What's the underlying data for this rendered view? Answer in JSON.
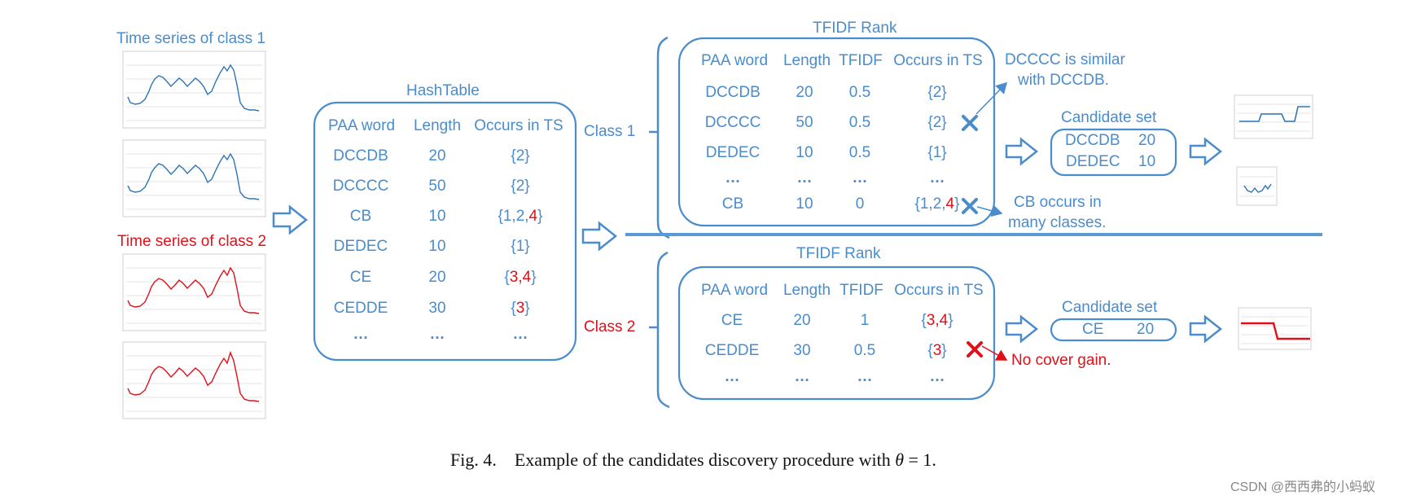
{
  "colors": {
    "blue": "#4a8ccc",
    "red": "#e0101a",
    "accent_rule": "#5b9bd5"
  },
  "left": {
    "class1_title": "Time series of class 1",
    "class2_title": "Time series of class 2"
  },
  "hashtable": {
    "title": "HashTable",
    "headers": [
      "PAA word",
      "Length",
      "Occurs in TS"
    ],
    "rows": [
      {
        "word": "DCCDB",
        "length": "20",
        "occ_pre": "{2}",
        "occ_red": "",
        "occ_post": ""
      },
      {
        "word": "DCCCC",
        "length": "50",
        "occ_pre": "{2}",
        "occ_red": "",
        "occ_post": ""
      },
      {
        "word": "CB",
        "length": "10",
        "occ_pre": "{1,2,",
        "occ_red": "4",
        "occ_post": "}"
      },
      {
        "word": "DEDEC",
        "length": "10",
        "occ_pre": "{1}",
        "occ_red": "",
        "occ_post": ""
      },
      {
        "word": "CE",
        "length": "20",
        "occ_pre": "{",
        "occ_red": "3,4",
        "occ_post": "}"
      },
      {
        "word": "CEDDE",
        "length": "30",
        "occ_pre": "{",
        "occ_red": "3",
        "occ_post": "}"
      },
      {
        "word": "…",
        "length": "…",
        "occ_pre": "…",
        "occ_red": "",
        "occ_post": ""
      }
    ]
  },
  "class1": {
    "label": "Class 1",
    "rank_title": "TFIDF Rank",
    "headers": [
      "PAA word",
      "Length",
      "TFIDF",
      "Occurs in TS"
    ],
    "rows": [
      {
        "word": "DCCDB",
        "length": "20",
        "tfidf": "0.5",
        "occ_pre": "{2}",
        "occ_red": "",
        "occ_post": ""
      },
      {
        "word": "DCCCC",
        "length": "50",
        "tfidf": "0.5",
        "occ_pre": "{2}",
        "occ_red": "",
        "occ_post": ""
      },
      {
        "word": "DEDEC",
        "length": "10",
        "tfidf": "0.5",
        "occ_pre": "{1}",
        "occ_red": "",
        "occ_post": ""
      },
      {
        "word": "…",
        "length": "…",
        "tfidf": "…",
        "occ_pre": "…",
        "occ_red": "",
        "occ_post": ""
      },
      {
        "word": "CB",
        "length": "10",
        "tfidf": "0",
        "occ_pre": "{1,2,",
        "occ_red": "4",
        "occ_post": "}"
      }
    ],
    "note_similar_line1": "DCCCC is similar",
    "note_similar_line2": "with DCCDB.",
    "note_cb_line1": "CB occurs in",
    "note_cb_line2": "many classes.",
    "candidate_title": "Candidate set",
    "candidates": [
      {
        "word": "DCCDB",
        "length": "20"
      },
      {
        "word": "DEDEC",
        "length": "10"
      }
    ]
  },
  "class2": {
    "label": "Class 2",
    "rank_title": "TFIDF Rank",
    "headers": [
      "PAA word",
      "Length",
      "TFIDF",
      "Occurs in TS"
    ],
    "rows": [
      {
        "word": "CE",
        "length": "20",
        "tfidf": "1",
        "occ_pre": "{",
        "occ_red": "3,4",
        "occ_post": "}"
      },
      {
        "word": "CEDDE",
        "length": "30",
        "tfidf": "0.5",
        "occ_pre": "{",
        "occ_red": "3",
        "occ_post": "}"
      },
      {
        "word": "…",
        "length": "…",
        "tfidf": "…",
        "occ_pre": "…",
        "occ_red": "",
        "occ_post": ""
      }
    ],
    "note_gain": "No cover gain.",
    "candidate_title": "Candidate set",
    "candidates": [
      {
        "word": "CE",
        "length": "20"
      }
    ]
  },
  "caption": {
    "prefix": "Fig. 4.",
    "text": "Example of the candidates discovery procedure with",
    "theta": "θ",
    "equals": "= 1."
  },
  "watermark": "CSDN @西西弗的小蚂蚁"
}
